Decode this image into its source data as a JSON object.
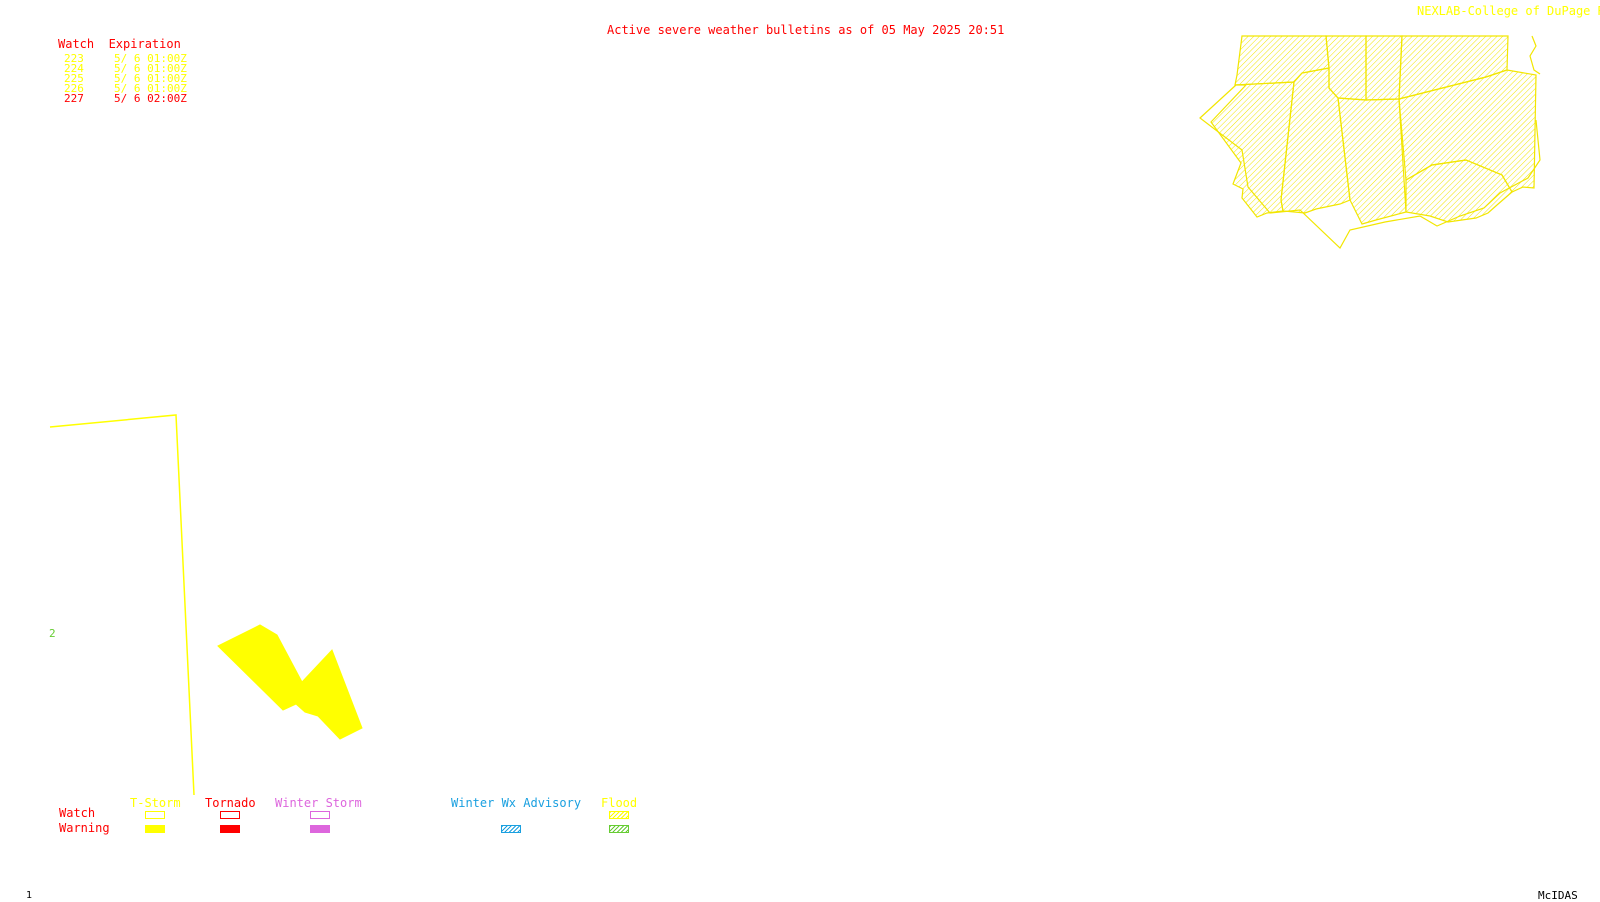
{
  "header": {
    "title": "Active severe weather bulletins as of 05 May 2025 20:51",
    "credit": "NEXLAB-College of DuPage R"
  },
  "watch_table": {
    "heading": "Watch  Expiration",
    "rows": [
      {
        "number": "223",
        "expires": "5/ 6 01:00Z",
        "color": "#ffff00"
      },
      {
        "number": "224",
        "expires": "5/ 6 01:00Z",
        "color": "#ffff00"
      },
      {
        "number": "225",
        "expires": "5/ 6 01:00Z",
        "color": "#ffff00"
      },
      {
        "number": "226",
        "expires": "5/ 6 01:00Z",
        "color": "#ffff00"
      },
      {
        "number": "227",
        "expires": "5/ 6 02:00Z",
        "color": "#ff0000"
      }
    ]
  },
  "legend": {
    "row_labels": {
      "watch": "Watch",
      "warning": "Warning"
    },
    "columns": [
      {
        "label": "T-Storm",
        "color": "#ffff00",
        "watch_style": "outline",
        "warning_style": "solid"
      },
      {
        "label": "Tornado",
        "color": "#ff0000",
        "watch_style": "outline",
        "warning_style": "solid"
      },
      {
        "label": "Winter Storm",
        "color": "#dd66dd",
        "watch_style": "outline",
        "warning_style": "solid"
      },
      {
        "label": "Winter Wx Advisory",
        "color": "#1aa0e0",
        "watch_style": "none",
        "warning_style": "hatched"
      },
      {
        "label": "Flood",
        "color": "#ffff00",
        "watch_style": "hatched",
        "warning_style": "hatched",
        "warning_color": "#66cc33"
      }
    ]
  },
  "map_marker": {
    "label": "2",
    "color": "#66cc33"
  },
  "footer": {
    "frame_number": "1",
    "software": "McIDAS"
  },
  "colors": {
    "header_text": "#ff0000",
    "credit_text": "#ffff00",
    "tstorm": "#ffff00",
    "tornado": "#ff0000",
    "footer_text": "#000000"
  }
}
